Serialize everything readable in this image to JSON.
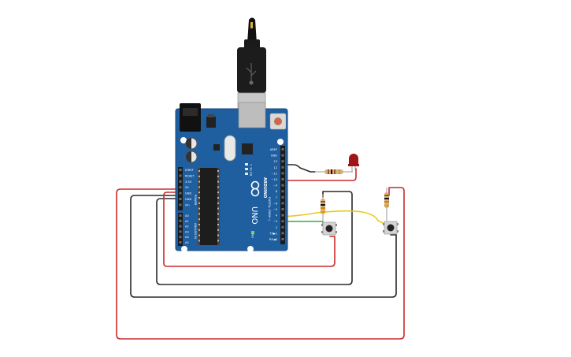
{
  "board": {
    "brand_text": "ARDUINO",
    "model_text": "UNO",
    "digital_header_text": "DIGITAL (PWM~)",
    "power_header_text": "POWER",
    "analog_header_text": "ANALOG IN",
    "on_text": "ON",
    "tx_text": "TX",
    "rx_text": "RX",
    "l_text": "L",
    "digital_pin_labels": [
      "AREF",
      "GND",
      "13",
      "12",
      "~11",
      "~10",
      "~9",
      "8",
      "7",
      "~6",
      "~5",
      "4",
      "~3",
      "2",
      "TX▶1",
      "RX◀0"
    ],
    "power_pin_labels": [
      "IOREF",
      "RESET",
      "3.3V",
      "5V",
      "GND",
      "GND",
      "Vin"
    ],
    "analog_pin_labels": [
      "A0",
      "A1",
      "A2",
      "A3",
      "A4",
      "A5"
    ]
  },
  "colors": {
    "board": "#1f5fa0",
    "board_edge": "#174a80",
    "wire_red": "#cc2a2a",
    "wire_black": "#2a2a2a",
    "wire_yellow": "#e6cc1a",
    "wire_green": "#3aa845",
    "led": "#a01515",
    "resistor_body": "#d6b078",
    "background": "#ffffff"
  },
  "components": {
    "usb_cable": "usb-cable",
    "led": "led-red",
    "resistors": 3,
    "pushbuttons": 2
  }
}
